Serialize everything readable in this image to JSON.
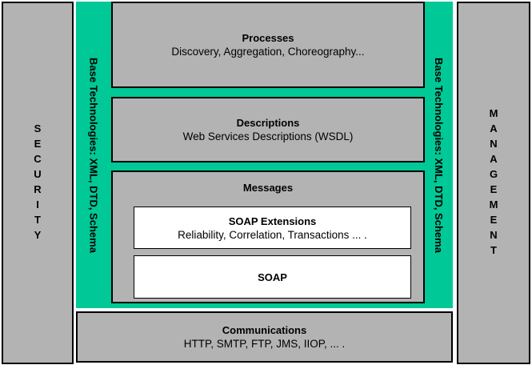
{
  "pillars": {
    "security": "SECURITY",
    "management": "MANAGEMENT",
    "base_technologies": "Base Technologies: XML, DTD, Schema"
  },
  "layers": {
    "processes": {
      "title": "Processes",
      "subtitle": "Discovery, Aggregation, Choreography..."
    },
    "descriptions": {
      "title": "Descriptions",
      "subtitle": "Web Services Descriptions (WSDL)"
    },
    "messages": {
      "title": "Messages"
    },
    "soap_extensions": {
      "title": "SOAP Extensions",
      "subtitle": "Reliability, Correlation, Transactions ... ."
    },
    "soap": {
      "title": "SOAP"
    },
    "communications": {
      "title": "Communications",
      "subtitle": "HTTP, SMTP, FTP, JMS, IIOP, ... ."
    }
  },
  "colors": {
    "green": "#00c896",
    "gray": "#b3b3b3",
    "border": "#000000",
    "white_box": "#ffffff"
  }
}
